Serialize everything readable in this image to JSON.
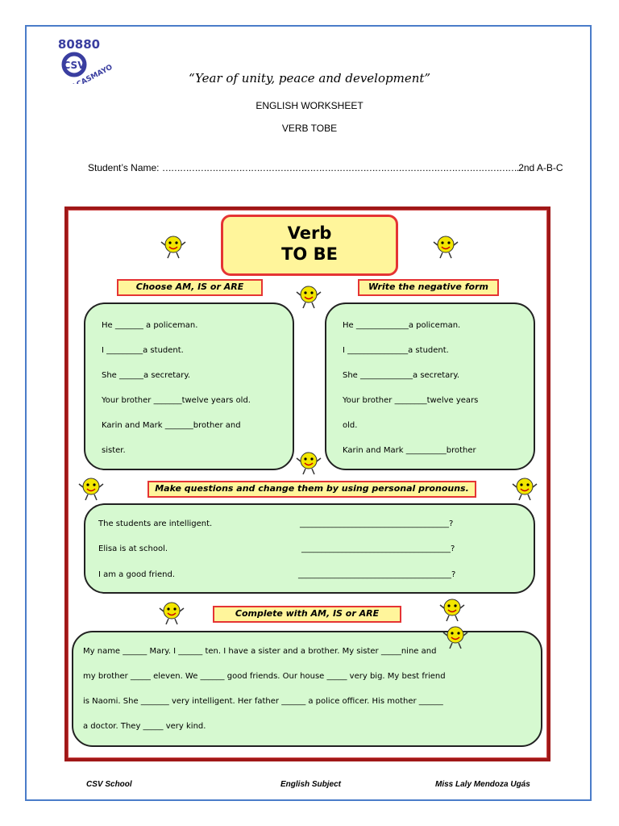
{
  "header": {
    "logo_number": "80880",
    "logo_initials": "CSV",
    "logo_city": "PACASMAYO",
    "motto": "“Year of unity, peace and development”",
    "worksheet_title": "ENGLISH WORKSHEET",
    "worksheet_subtitle": "VERB TOBE",
    "student_label": "Student’s Name:",
    "student_dots": "………………………………………………………………………………………………………….",
    "grade": "2nd A-B-C"
  },
  "title": {
    "line1": "Verb",
    "line2": "TO BE"
  },
  "sections": {
    "choose_label": "Choose  AM, IS or ARE",
    "negative_label": "Write the negative form",
    "questions_label": "Make questions and change them by using personal pronouns.",
    "complete_label": "Complete with AM, IS or ARE"
  },
  "choose_items": [
    "He _______ a policeman.",
    "I _________a student.",
    "She ______a secretary.",
    "Your brother _______twelve years old.",
    "Karin and Mark _______brother and",
    "sister."
  ],
  "negative_items": [
    "He _____________a policeman.",
    "I _______________a student.",
    "She _____________a secretary.",
    "Your  brother  ________twelve  years",
    "old.",
    "Karin  and  Mark  __________brother"
  ],
  "questions": [
    {
      "text": "The students are intelligent.",
      "answer": "_____________________________________?"
    },
    {
      "text": "Elisa is at school.",
      "answer": "_____________________________________?"
    },
    {
      "text": "I am a good friend.",
      "answer": "______________________________________?"
    }
  ],
  "complete_lines": [
    "My name ______ Mary. I ______    ten. I have a sister and a brother. My sister _____nine and",
    "my brother _____ eleven. We ______     good friends. Our house _____  very big. My best friend",
    "is Naomi. She _______ very intelligent. Her father ______   a police officer. His mother ______",
    "a doctor. They _____   very kind."
  ],
  "footer": {
    "school": "CSV School",
    "subject": "English Subject",
    "teacher": "Miss Laly Mendoza Ugás"
  },
  "colors": {
    "frame": "#4a7cc9",
    "sheet_border": "#a01818",
    "label_fill": "#fff59b",
    "label_border": "#e53434",
    "bubble_fill": "#d6f9d0",
    "logo": "#3a3ea0",
    "smiley": "#f2e600"
  }
}
